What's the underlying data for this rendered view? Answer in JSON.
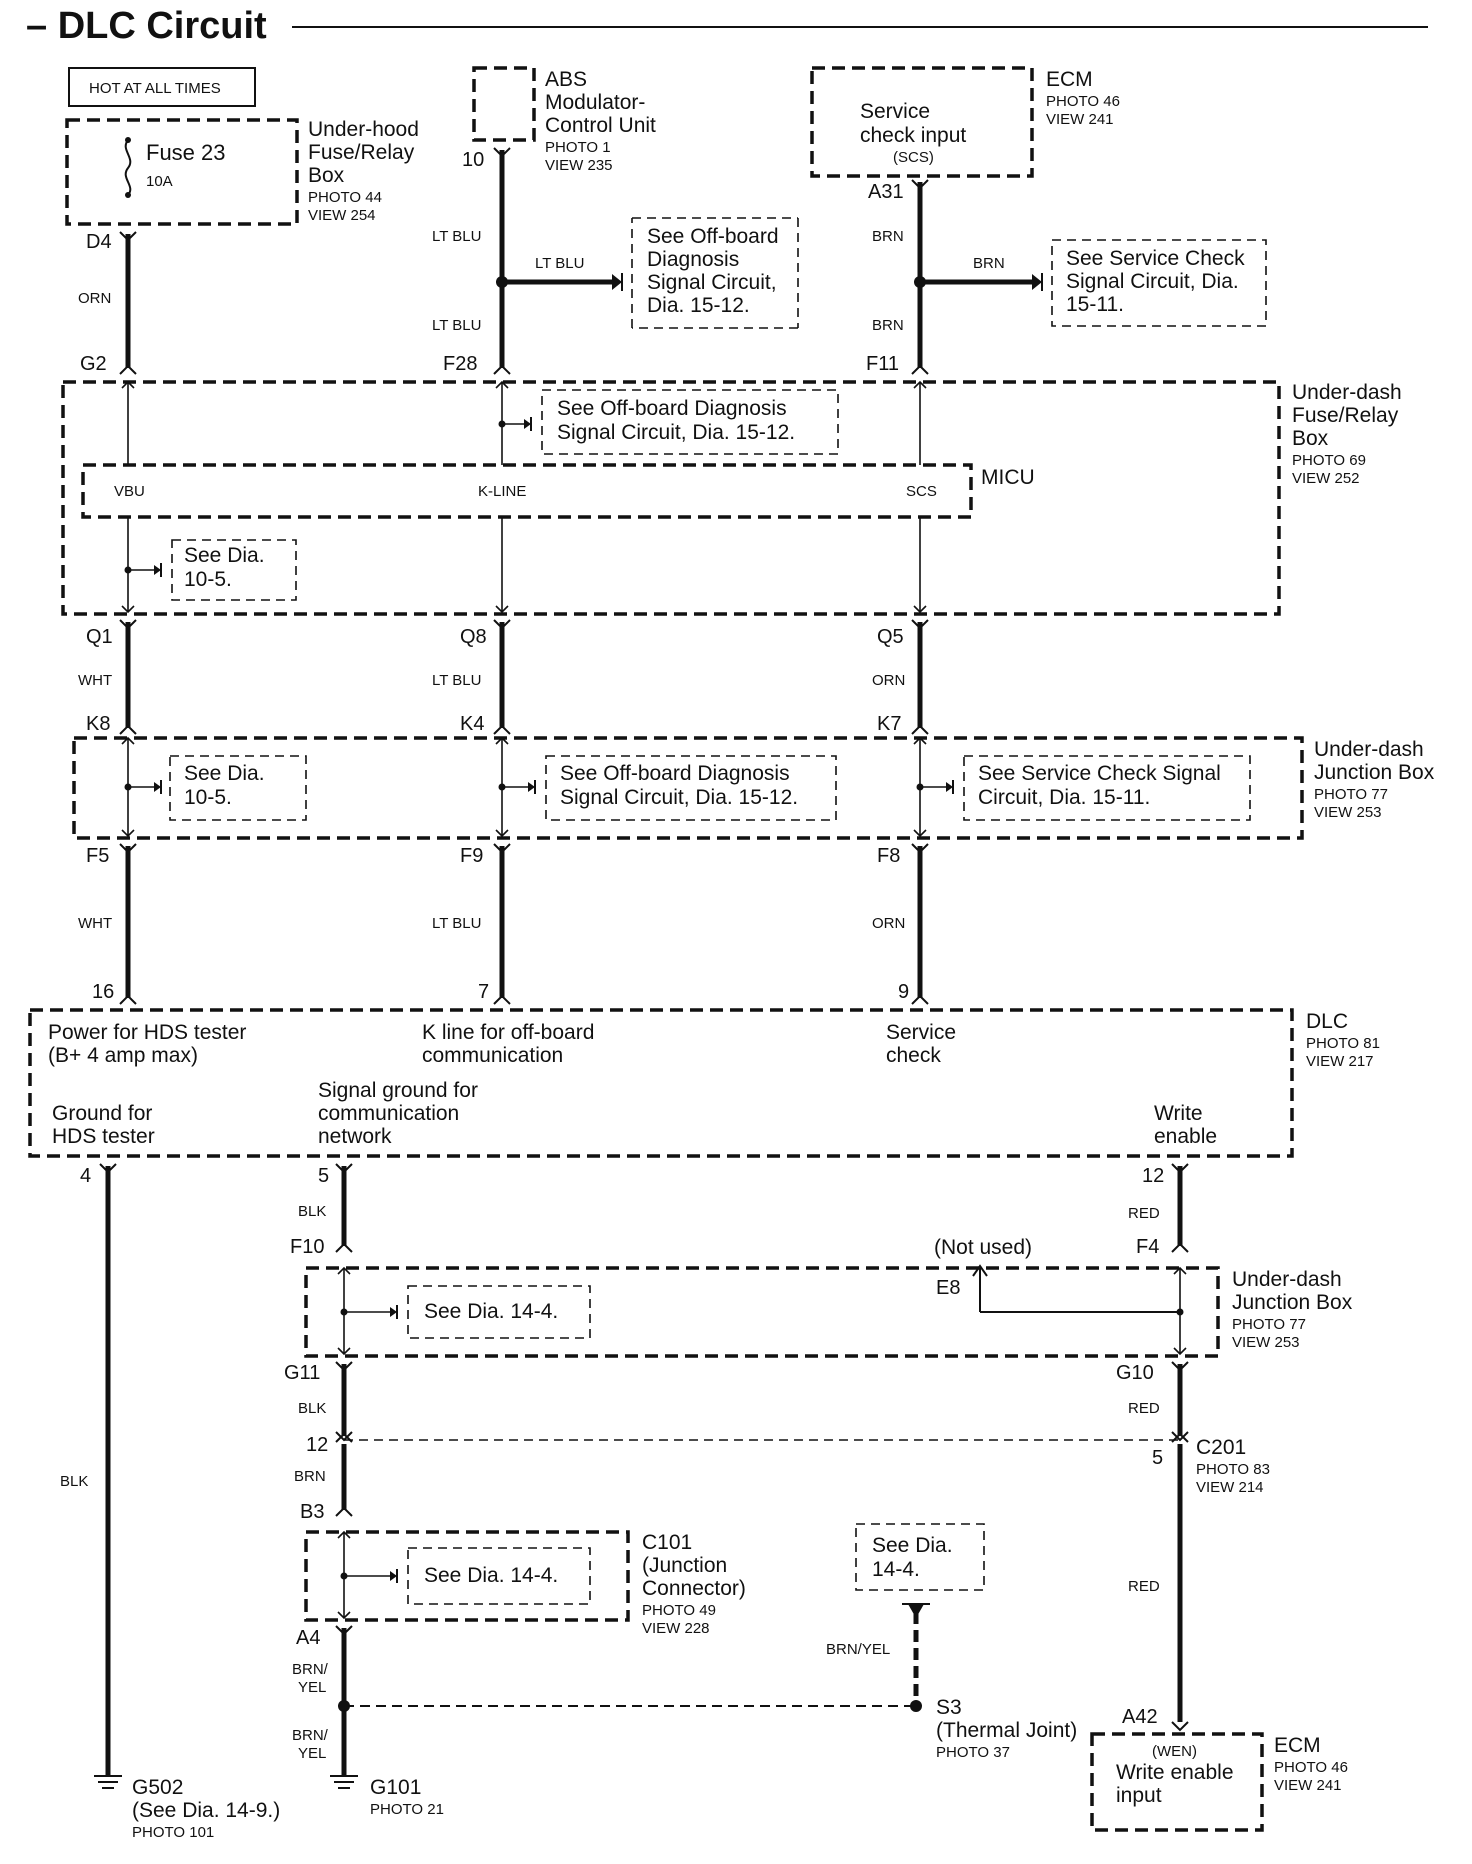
{
  "title": "– DLC Circuit",
  "hot_label": "HOT AT ALL TIMES",
  "fuse_box": {
    "fuse": "Fuse 23",
    "rating": "10A",
    "name_lines": [
      "Under-hood",
      "Fuse/Relay",
      "Box"
    ],
    "photo": "PHOTO 44",
    "view": "VIEW 254"
  },
  "abs": {
    "name_lines": [
      "ABS",
      "Modulator-",
      "Control Unit"
    ],
    "photo": "PHOTO 1",
    "view": "VIEW 235",
    "pin": "10"
  },
  "ecm_top": {
    "inner_lines": [
      "Service",
      "check input",
      "(SCS)"
    ],
    "name": "ECM",
    "photo": "PHOTO 46",
    "view": "VIEW 241",
    "pin": "A31"
  },
  "wires": {
    "d4": "D4",
    "orn": "ORN",
    "lt_blu": "LT BLU",
    "brn": "BRN",
    "g2": "G2",
    "f28": "F28",
    "f11": "F11"
  },
  "ref_offboard_1": [
    "See Off-board",
    "Diagnosis",
    "Signal Circuit,",
    "Dia. 15-12."
  ],
  "ref_service_1": [
    "See Service Check",
    "Signal Circuit, Dia.",
    "15-11."
  ],
  "underdash_fuse": {
    "name_lines": [
      "Under-dash",
      "Fuse/Relay",
      "Box"
    ],
    "photo": "PHOTO 69",
    "view": "VIEW 252",
    "ref_offboard": [
      "See Off-board Diagnosis",
      "Signal Circuit, Dia. 15-12."
    ],
    "micu": "MICU",
    "vbu": "VBU",
    "kline": "K-LINE",
    "scs": "SCS",
    "ref_dia": [
      "See Dia.",
      "10-5."
    ]
  },
  "mid_wires": {
    "q1": "Q1",
    "q8": "Q8",
    "q5": "Q5",
    "wht": "WHT",
    "lt_blu": "LT BLU",
    "orn": "ORN",
    "k8": "K8",
    "k4": "K4",
    "k7": "K7"
  },
  "junction_box_1": {
    "name_lines": [
      "Under-dash",
      "Junction Box"
    ],
    "photo": "PHOTO 77",
    "view": "VIEW 253",
    "ref_dia": [
      "See Dia.",
      "10-5."
    ],
    "ref_offboard": [
      "See Off-board Diagnosis",
      "Signal Circuit, Dia. 15-12."
    ],
    "ref_service": [
      "See Service Check Signal",
      "Circuit, Dia. 15-11."
    ]
  },
  "lower_wires": {
    "f5": "F5",
    "f9": "F9",
    "f8": "F8",
    "wht": "WHT",
    "lt_blu": "LT BLU",
    "orn": "ORN",
    "p16": "16",
    "p7": "7",
    "p9": "9"
  },
  "dlc": {
    "name": "DLC",
    "photo": "PHOTO 81",
    "view": "VIEW 217",
    "power": [
      "Power for HDS tester",
      "(B+ 4 amp max)"
    ],
    "kline": [
      "K line for off-board",
      "communication"
    ],
    "service": [
      "Service",
      "check"
    ],
    "ground": [
      "Ground for",
      "HDS tester"
    ],
    "signal_ground": [
      "Signal ground for",
      "communication",
      "network"
    ],
    "write": [
      "Write",
      "enable"
    ],
    "p4": "4",
    "p5": "5",
    "p12": "12"
  },
  "bottom": {
    "blk": "BLK",
    "red": "RED",
    "brn": "BRN",
    "brn_yel": "BRN/YEL",
    "brn_yel_split": [
      "BRN/",
      "YEL"
    ],
    "f10": "F10",
    "f4": "F4",
    "not_used": "(Not used)",
    "e8": "E8",
    "g11": "G11",
    "g10": "G10",
    "p12": "12",
    "p5": "5",
    "c201": "C201",
    "c201_photo": "PHOTO 83",
    "c201_view": "VIEW 214",
    "b3": "B3",
    "a4": "A4",
    "a42": "A42",
    "ref_dia": "See Dia. 14-4.",
    "ref_dia_split": [
      "See Dia.",
      "14-4."
    ],
    "junction_box_2": [
      "Under-dash",
      "Junction Box"
    ],
    "jb2_photo": "PHOTO 77",
    "jb2_view": "VIEW 253",
    "c101": [
      "C101",
      "(Junction",
      "Connector)"
    ],
    "c101_photo": "PHOTO 49",
    "c101_view": "VIEW 228",
    "s3": [
      "S3",
      "(Thermal Joint)"
    ],
    "s3_photo": "PHOTO 37",
    "g502": [
      "G502",
      "(See Dia. 14-9.)"
    ],
    "g502_photo": "PHOTO 101",
    "g101": "G101",
    "g101_photo": "PHOTO 21",
    "ecm": {
      "inner": [
        "(WEN)",
        "Write enable",
        "input"
      ],
      "name": "ECM",
      "photo": "PHOTO 46",
      "view": "VIEW 241"
    }
  }
}
